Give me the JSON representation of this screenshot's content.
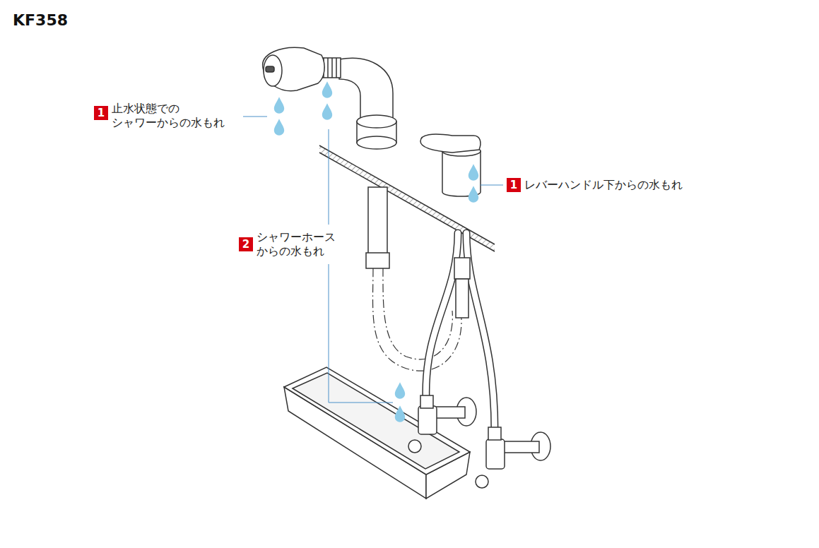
{
  "diagram": {
    "title": "KF358",
    "labels": [
      "1",
      "止水状態での シャワーからの水もれ",
      "1",
      "レバーハンドル下からの水もれ",
      "2",
      "シャワーホース からの水もれ"
    ]
  }
}
